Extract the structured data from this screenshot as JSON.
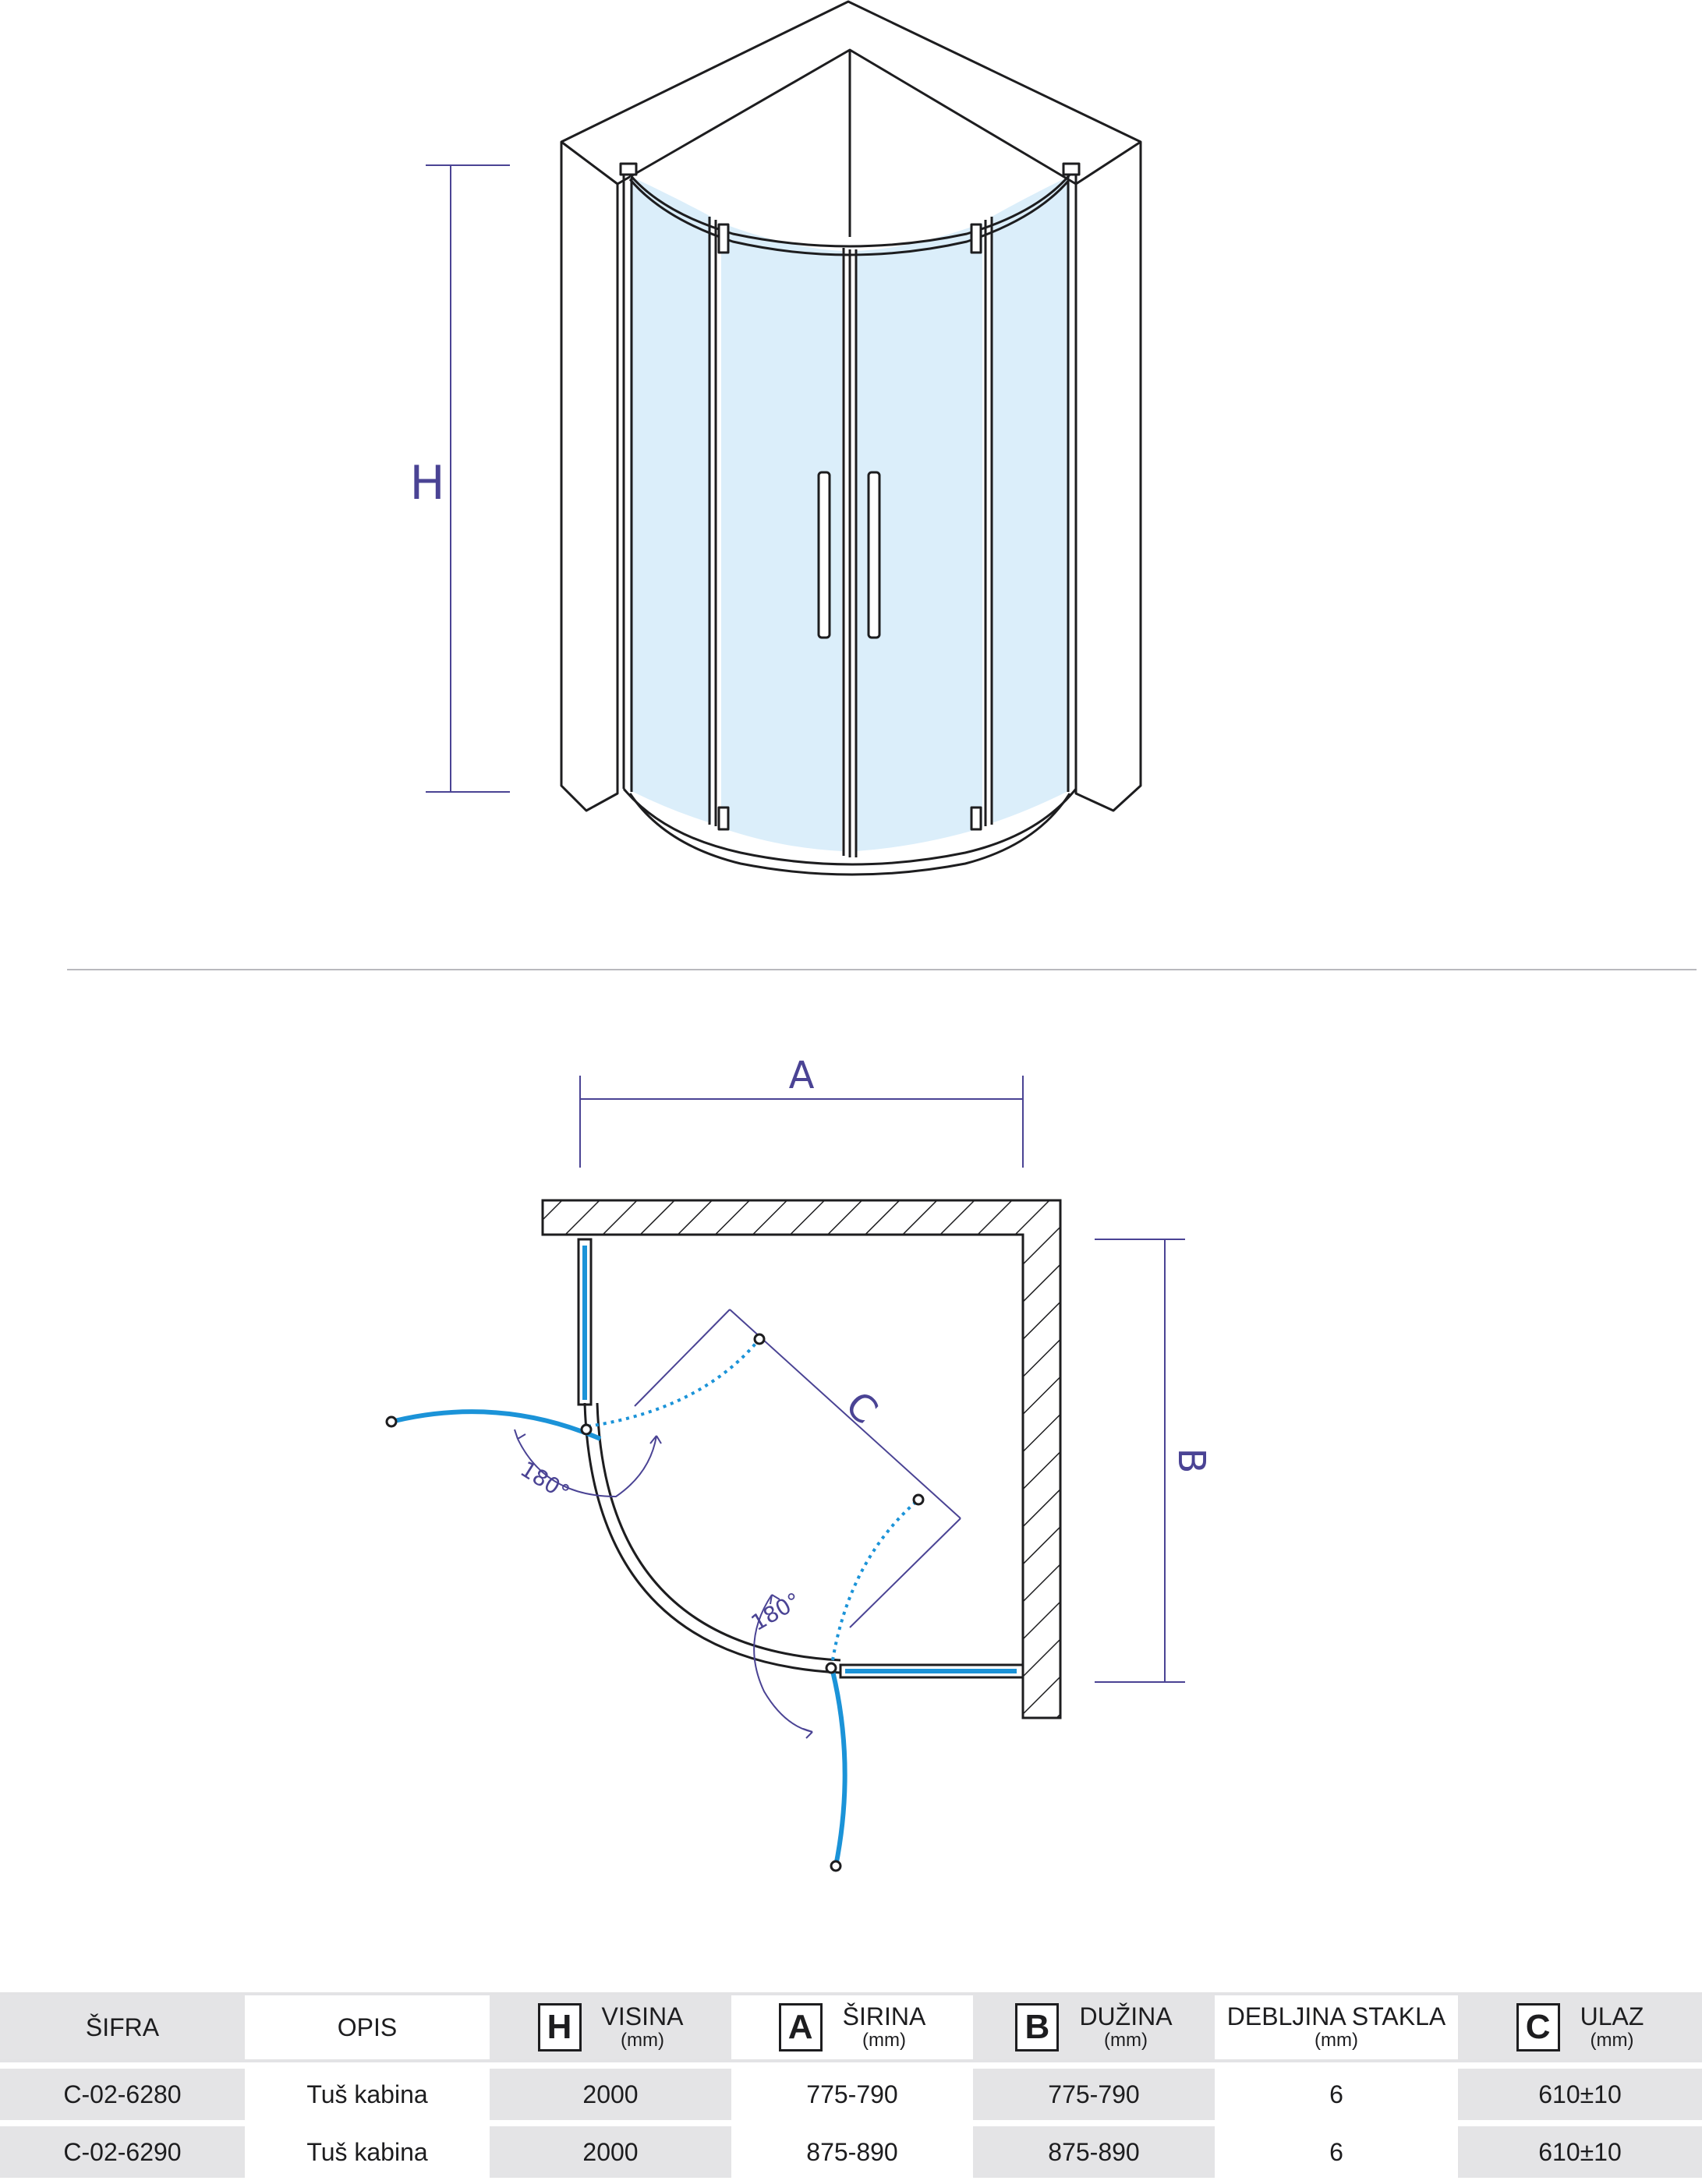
{
  "diagram": {
    "label_h": "H",
    "label_a": "A",
    "label_b": "B",
    "label_c": "C",
    "angle_left": "180°",
    "angle_right": "180°",
    "colors": {
      "dimension": "#4a4394",
      "glass": "#dbeefa",
      "door_glass": "#1b93d8",
      "lines": "#1d1d1f"
    }
  },
  "table": {
    "headers": {
      "sifra": "ŠIFRA",
      "opis": "OPIS",
      "visina_symbol": "H",
      "visina": "VISINA",
      "visina_unit": "(mm)",
      "sirina_symbol": "A",
      "sirina": "ŠIRINA",
      "sirina_unit": "(mm)",
      "duzina_symbol": "B",
      "duzina": "DUŽINA",
      "duzina_unit": "(mm)",
      "debljina": "DEBLJINA STAKLA",
      "debljina_unit": "(mm)",
      "ulaz_symbol": "C",
      "ulaz": "ULAZ",
      "ulaz_unit": "(mm)"
    },
    "rows": [
      {
        "sifra": "C-02-6280",
        "opis": "Tuš kabina",
        "visina": "2000",
        "sirina": "775-790",
        "duzina": "775-790",
        "debljina": "6",
        "ulaz": "610±10"
      },
      {
        "sifra": "C-02-6290",
        "opis": "Tuš kabina",
        "visina": "2000",
        "sirina": "875-890",
        "duzina": "875-890",
        "debljina": "6",
        "ulaz": "610±10"
      }
    ]
  }
}
